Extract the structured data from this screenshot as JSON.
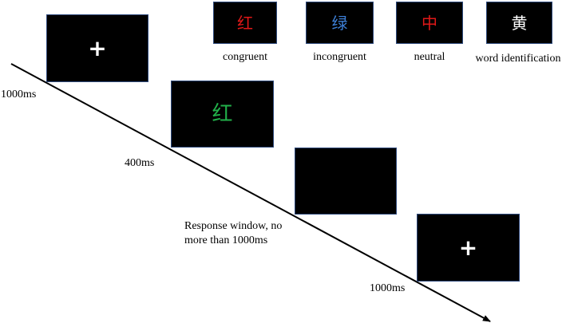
{
  "conditions": [
    {
      "char": "红",
      "color": "#e01818",
      "caption": "congruent"
    },
    {
      "char": "绿",
      "color": "#3d7fd6",
      "caption": "incongruent"
    },
    {
      "char": "中",
      "color": "#e01818",
      "caption": "neutral"
    },
    {
      "char": "黄",
      "color": "#ffffff",
      "caption": "word identification"
    }
  ],
  "sequence": {
    "fixation_symbol": "+",
    "stimulus_char": "红",
    "stimulus_color": "#22b04a",
    "timing": {
      "first_fixation": "1000ms",
      "stimulus": "400ms",
      "response_line1": "Response window, no",
      "response_line2": "more than 1000ms",
      "final_fixation": "1000ms"
    }
  },
  "colors": {
    "screen_bg": "#000000",
    "screen_border": "#2e4a7d",
    "fixation": "#ffffff",
    "arrow": "#000000"
  }
}
